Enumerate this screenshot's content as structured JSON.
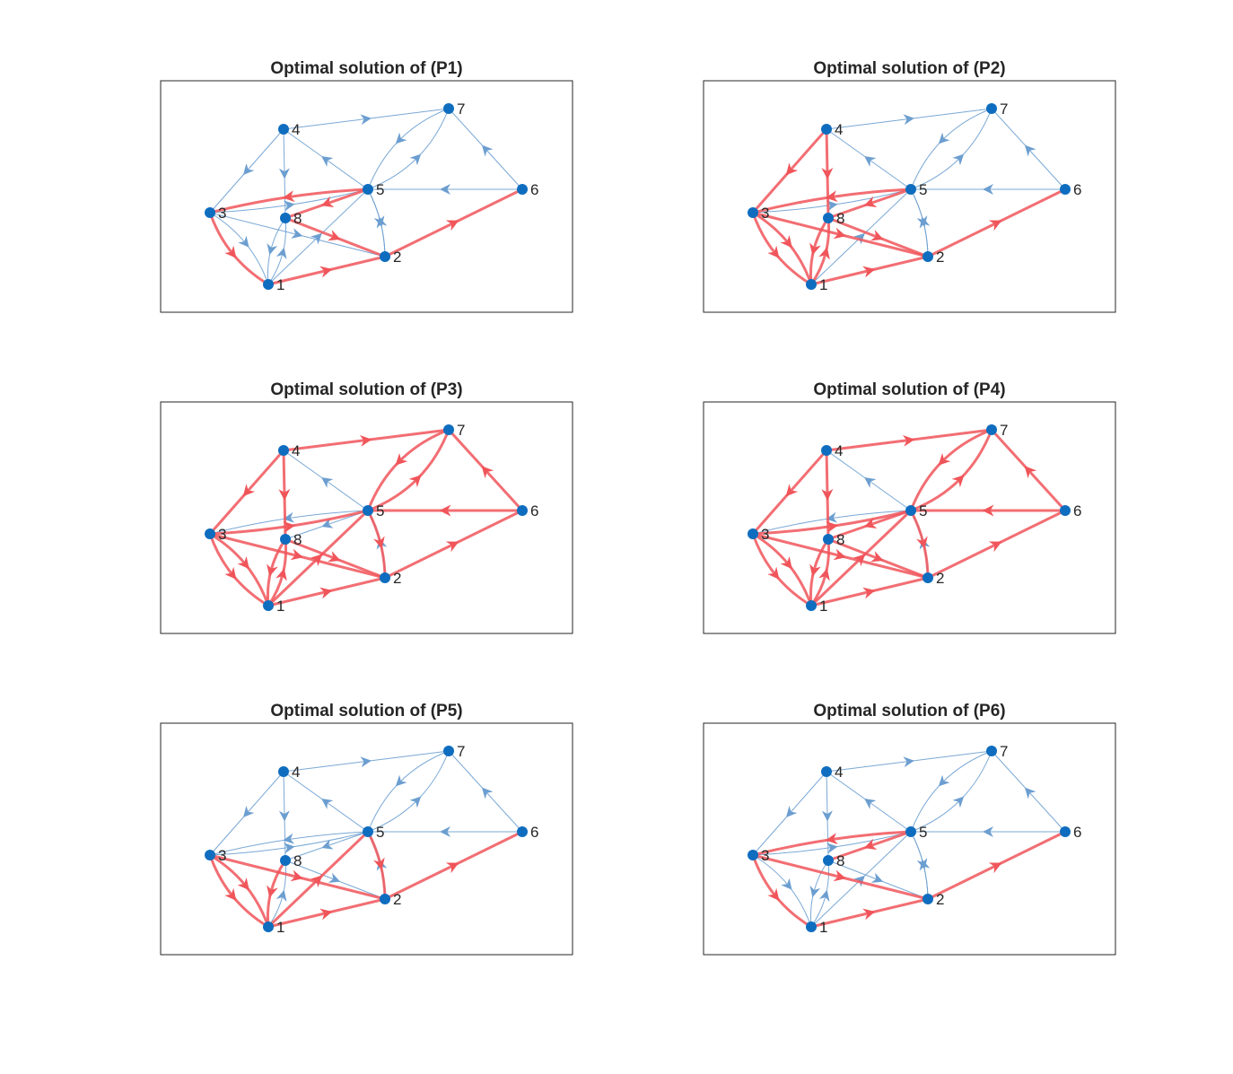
{
  "figure": {
    "panels": [
      {
        "title": "Optimal solution of (P1)",
        "highlighted_edges": [
          "3-1",
          "1-2",
          "2-6",
          "5-3",
          "5-8",
          "8-2"
        ]
      },
      {
        "title": "Optimal solution of (P2)",
        "highlighted_edges": [
          "4-3",
          "4-8",
          "3-1",
          "3-1b",
          "3-2",
          "5-3",
          "5-8",
          "8-1",
          "1-8",
          "8-2",
          "1-2",
          "2-6"
        ]
      },
      {
        "title": "Optimal solution of (P3)",
        "highlighted_edges": [
          "4-7",
          "4-3",
          "4-8",
          "3-1",
          "3-1b",
          "3-5",
          "3-2",
          "8-1",
          "1-8",
          "8-2",
          "1-2",
          "1-5",
          "5-2",
          "2-6",
          "6-5",
          "6-7",
          "7-5",
          "5-7"
        ]
      },
      {
        "title": "Optimal solution of (P4)",
        "highlighted_edges": [
          "4-7",
          "4-3",
          "4-8",
          "3-1",
          "3-1b",
          "3-5",
          "3-2",
          "5-8",
          "8-1",
          "1-8",
          "8-2",
          "1-2",
          "1-5",
          "5-2",
          "2-6",
          "6-5",
          "6-7",
          "7-5",
          "5-7"
        ]
      },
      {
        "title": "Optimal solution of (P5)",
        "highlighted_edges": [
          "3-1",
          "3-1b",
          "3-2",
          "8-1",
          "1-5",
          "1-2",
          "5-2",
          "2-6"
        ]
      },
      {
        "title": "Optimal solution of (P6)",
        "highlighted_edges": [
          "3-1",
          "3-2",
          "5-3",
          "5-8",
          "1-2",
          "2-6"
        ]
      }
    ],
    "graph": {
      "nodes": [
        {
          "id": "1",
          "label": "1"
        },
        {
          "id": "2",
          "label": "2"
        },
        {
          "id": "3",
          "label": "3"
        },
        {
          "id": "4",
          "label": "4"
        },
        {
          "id": "5",
          "label": "5"
        },
        {
          "id": "6",
          "label": "6"
        },
        {
          "id": "7",
          "label": "7"
        },
        {
          "id": "8",
          "label": "8"
        }
      ],
      "edges": [
        {
          "id": "4-7",
          "from": "4",
          "to": "7"
        },
        {
          "id": "4-3",
          "from": "4",
          "to": "3"
        },
        {
          "id": "4-8",
          "from": "4",
          "to": "8"
        },
        {
          "id": "5-4",
          "from": "5",
          "to": "4"
        },
        {
          "id": "7-5",
          "from": "7",
          "to": "5"
        },
        {
          "id": "5-7",
          "from": "5",
          "to": "7"
        },
        {
          "id": "6-7",
          "from": "6",
          "to": "7"
        },
        {
          "id": "6-5",
          "from": "6",
          "to": "5"
        },
        {
          "id": "5-3",
          "from": "5",
          "to": "3"
        },
        {
          "id": "3-5",
          "from": "3",
          "to": "5"
        },
        {
          "id": "5-8",
          "from": "5",
          "to": "8"
        },
        {
          "id": "1-5",
          "from": "1",
          "to": "5"
        },
        {
          "id": "2-5",
          "from": "2",
          "to": "5"
        },
        {
          "id": "5-2",
          "from": "5",
          "to": "2"
        },
        {
          "id": "3-1",
          "from": "3",
          "to": "1"
        },
        {
          "id": "3-1b",
          "from": "3",
          "to": "1"
        },
        {
          "id": "3-2",
          "from": "3",
          "to": "2"
        },
        {
          "id": "8-1",
          "from": "8",
          "to": "1"
        },
        {
          "id": "1-8",
          "from": "1",
          "to": "8"
        },
        {
          "id": "8-2",
          "from": "8",
          "to": "2"
        },
        {
          "id": "1-2",
          "from": "1",
          "to": "2"
        },
        {
          "id": "2-6",
          "from": "2",
          "to": "6"
        }
      ]
    },
    "colors": {
      "node": "#0f6dbf",
      "edge_default": "#6c9ed0",
      "edge_highlight": "#f0555a",
      "frame": "#262626",
      "text": "#262626"
    }
  }
}
